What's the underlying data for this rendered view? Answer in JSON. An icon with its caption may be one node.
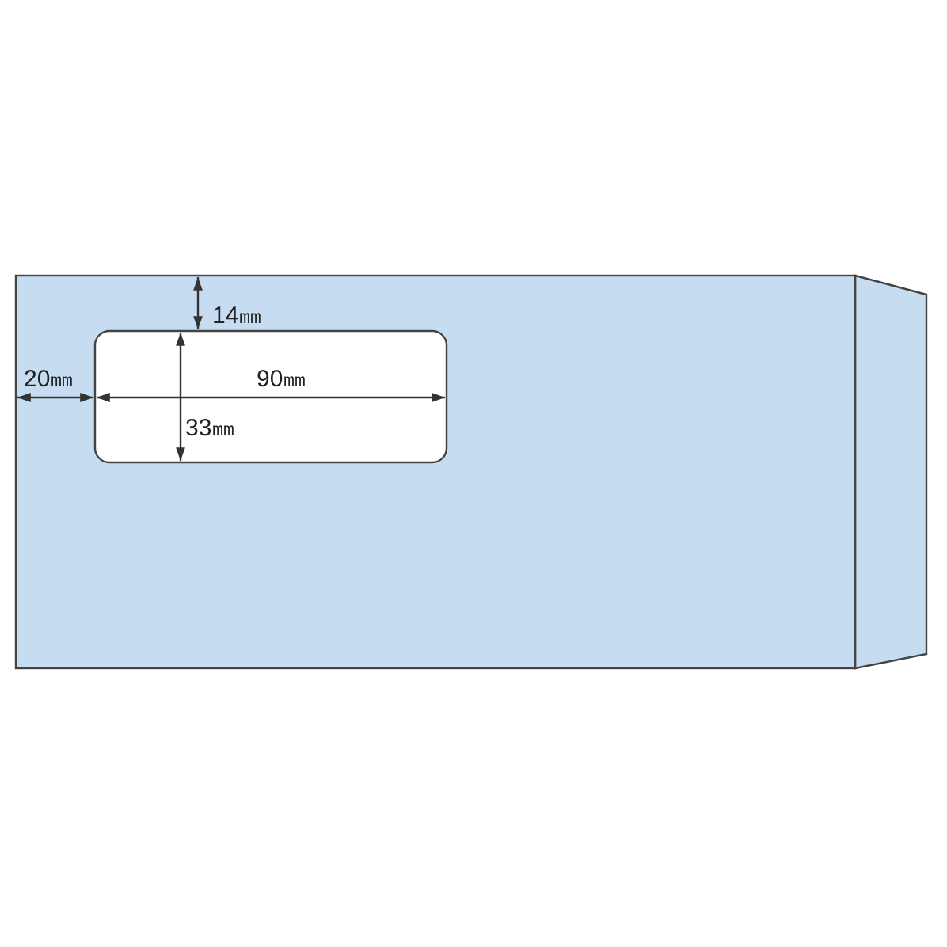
{
  "diagram": {
    "labels": [
      "14㎜",
      "20㎜",
      "90㎜",
      "33㎜"
    ]
  }
}
